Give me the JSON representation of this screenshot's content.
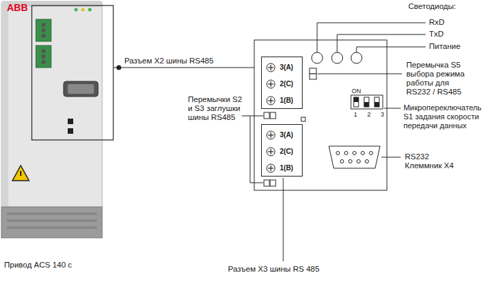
{
  "diagram": {
    "nodes": [
      {
        "text": [
          "3(A)",
          "2(C)",
          "1(B)"
        ]
      },
      {
        "text": [
          "ON",
          "1 2 3"
        ]
      },
      {
        "text": [
          "3(A)",
          "2(C)",
          "1(B)"
        ]
      }
    ],
    "labels": [
      "ABB",
      "Разъем X2 шины RS485",
      "Светодиоды:",
      "RxD",
      "TxD",
      "Питание",
      "Перемычка S5 выбора режима работы для RS232 / RS485",
      "Перемычки S2 и S3 заглушки шины RS485",
      "Микропереключатель S1 задания скорости передачи данных",
      "RS232 Клеммник X4",
      "Привод ACS 140 с",
      "Разъем X3 шины RS 485"
    ]
  }
}
